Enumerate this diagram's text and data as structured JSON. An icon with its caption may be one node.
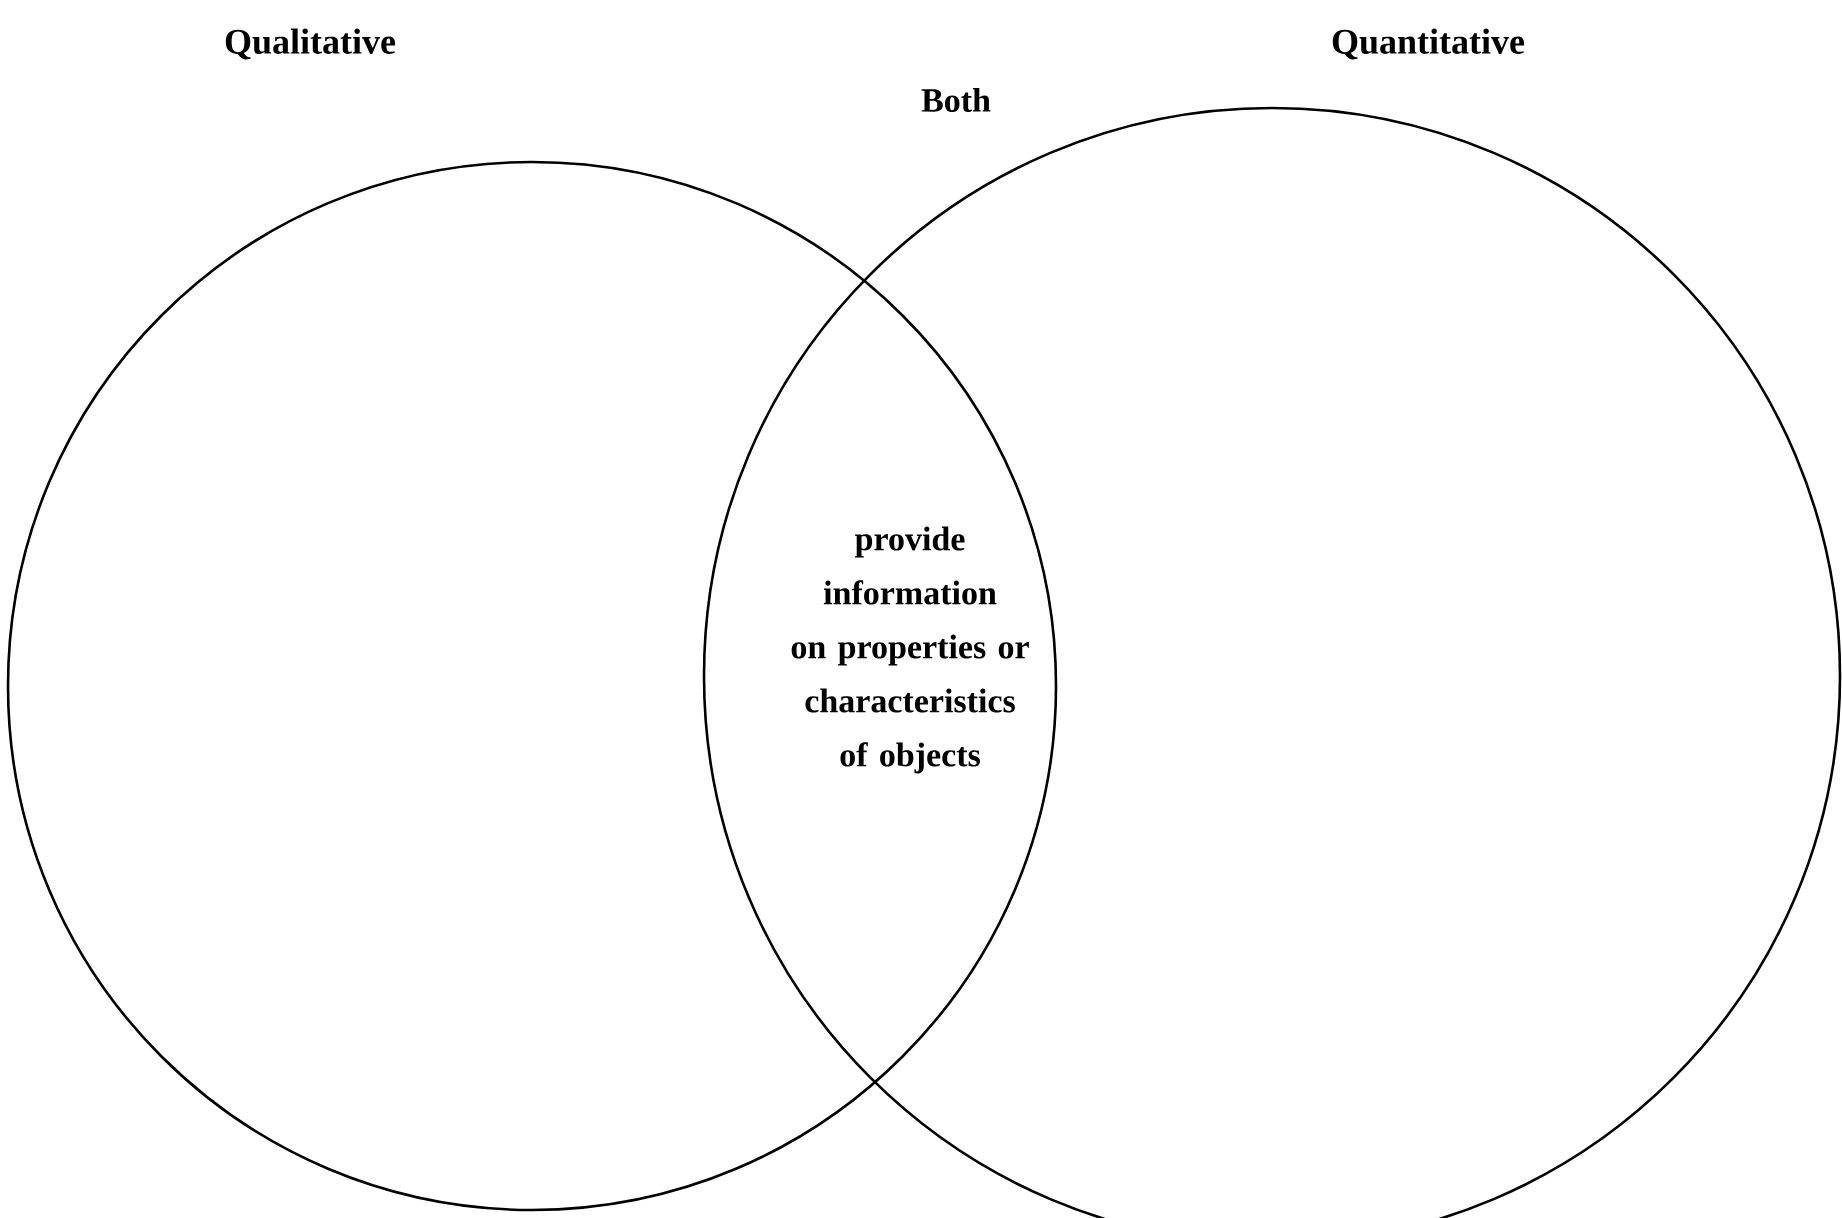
{
  "diagram": {
    "nodes": [
      {
        "text": [
          "Qualitative"
        ]
      },
      {
        "text": [
          "Quantitative"
        ]
      }
    ],
    "labels": [
      "Both",
      "provide information on properties or characteristics of objects"
    ]
  }
}
